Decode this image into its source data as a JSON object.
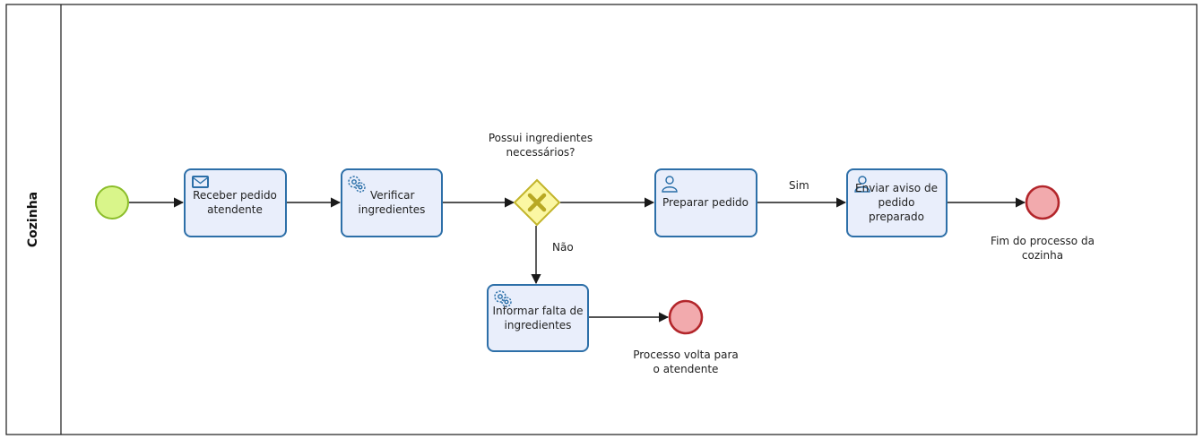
{
  "pool": {
    "lane_title": "Cozinha"
  },
  "tasks": {
    "receber": {
      "line1": "Receber pedido",
      "line2": "atendente",
      "icon": "envelope-icon"
    },
    "verificar": {
      "line1": "Verificar",
      "line2": "ingredientes",
      "icon": "gear-icon"
    },
    "preparar": {
      "line1": "Preparar pedido",
      "icon": "user-icon"
    },
    "enviar": {
      "line1": "Enviar aviso de",
      "line2": "pedido",
      "line3": "preparado",
      "icon": "user-icon"
    },
    "informar": {
      "line1": "Informar falta de",
      "line2": "ingredientes",
      "icon": "gear-icon"
    }
  },
  "gateway": {
    "line1": "Possui ingredientes",
    "line2": "necessários?",
    "icon": "x-icon"
  },
  "flows": {
    "sim": "Sim",
    "nao": "Não"
  },
  "end_events": {
    "cozinha": {
      "line1": "Fim do processo da",
      "line2": "cozinha"
    },
    "atendente": {
      "line1": "Processo volta para",
      "line2": "o atendente"
    }
  },
  "colors": {
    "task_fill": "#e9eefb",
    "task_stroke": "#2d6fa8",
    "start_fill": "#d9f58a",
    "start_stroke": "#8bbd2a",
    "end_fill": "#f2aaad",
    "end_stroke": "#b3262b",
    "gateway_fill": "#fbf7a3",
    "gateway_stroke": "#c2b42a"
  }
}
